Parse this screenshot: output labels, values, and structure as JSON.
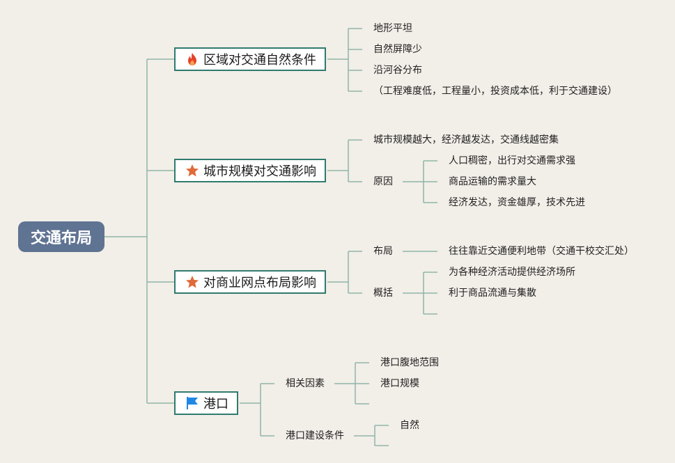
{
  "root": {
    "label": "交通布局"
  },
  "branches": [
    {
      "label": "区域对交通自然条件",
      "icon": "fire-icon",
      "items": [
        {
          "label": "地形平坦"
        },
        {
          "label": "自然屏障少"
        },
        {
          "label": "沿河谷分布"
        },
        {
          "label": "（工程难度低，工程量小，投资成本低，利于交通建设）"
        }
      ]
    },
    {
      "label": "城市规模对交通影响",
      "icon": "star-icon",
      "items": [
        {
          "label": "城市规模越大，经济越发达，交通线越密集"
        },
        {
          "label": "原因",
          "children": [
            {
              "label": "人口稠密，出行对交通需求强"
            },
            {
              "label": "商品运输的需求量大"
            },
            {
              "label": "经济发达，资金雄厚，技术先进"
            }
          ]
        }
      ]
    },
    {
      "label": "对商业网点布局影响",
      "icon": "star-icon",
      "items": [
        {
          "label": "布局",
          "children": [
            {
              "label": "往往靠近交通便利地带（交通干校交汇处）"
            }
          ]
        },
        {
          "label": "概括",
          "children": [
            {
              "label": "为各种经济活动提供经济场所"
            },
            {
              "label": "利于商品流通与集散"
            },
            {
              "label": ""
            }
          ]
        }
      ]
    },
    {
      "label": "港口",
      "icon": "flag-icon",
      "items": [
        {
          "label": "相关因素",
          "children": [
            {
              "label": "港口腹地范围"
            },
            {
              "label": "港口规模"
            },
            {
              "label": ""
            }
          ]
        },
        {
          "label": "港口建设条件",
          "children": [
            {
              "label": "自然"
            },
            {
              "label": ""
            }
          ]
        }
      ]
    }
  ],
  "colors": {
    "line": "#8fb5a8",
    "border": "#2f7b6e",
    "root": "#5f7392",
    "fire": "#e5432a",
    "star": "#e06a3a",
    "flag": "#1e88e5"
  }
}
